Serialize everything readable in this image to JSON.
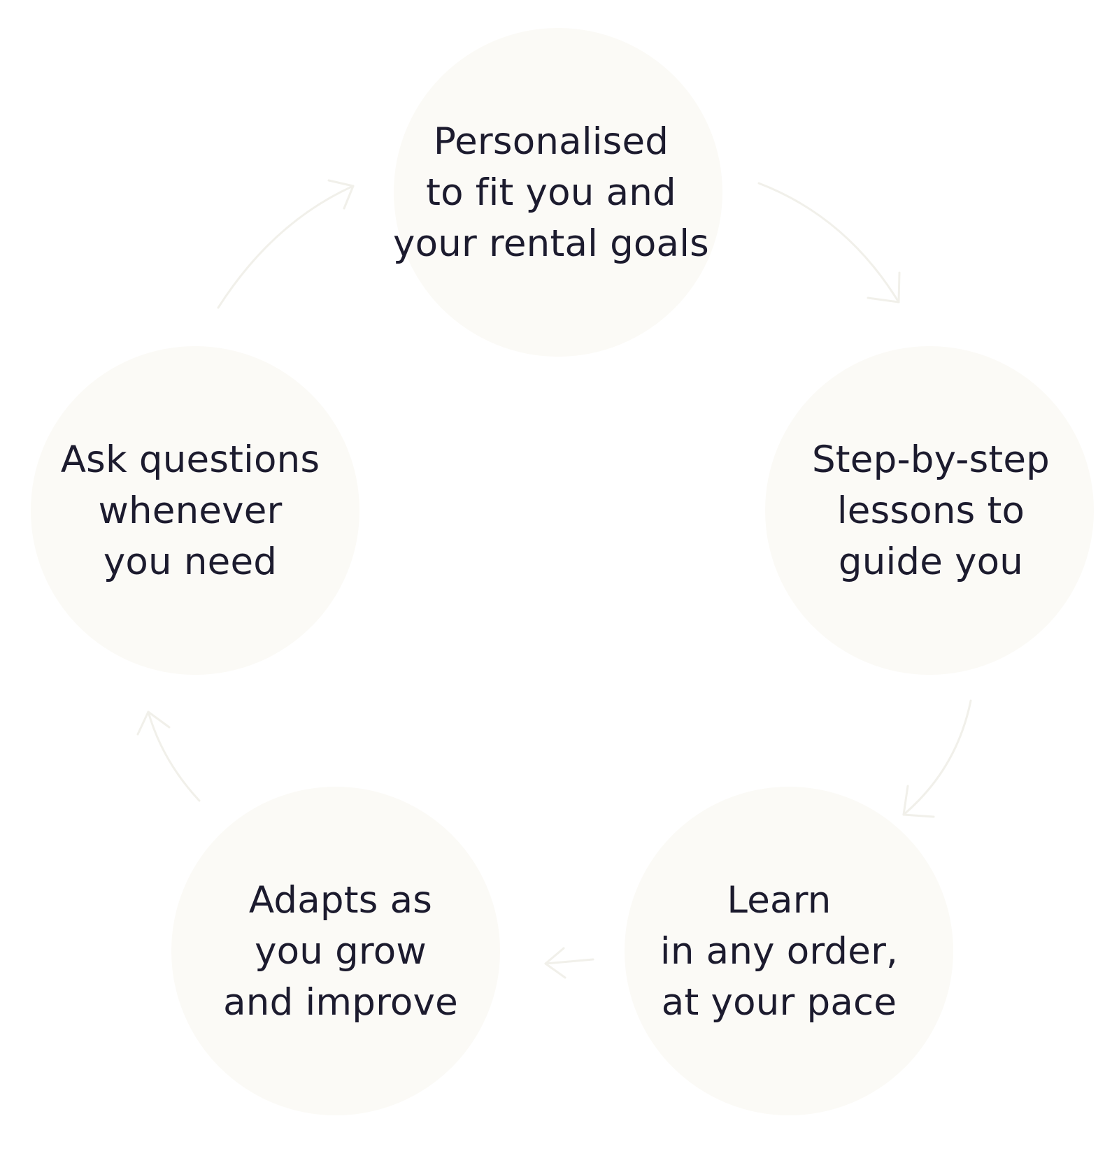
{
  "diagram": {
    "type": "cycle",
    "nodes": [
      {
        "id": "personalised",
        "label": "Personalised\nto fit you and\nyour rental goals"
      },
      {
        "id": "step-by-step",
        "label": "Step-by-step\nlessons to\nguide you"
      },
      {
        "id": "learn-any-order",
        "label": "Learn\nin any order,\nat your pace"
      },
      {
        "id": "adapts",
        "label": "Adapts as\nyou grow\nand improve"
      },
      {
        "id": "ask-questions",
        "label": "Ask questions\nwhenever\nyou need"
      }
    ],
    "edges": [
      {
        "from": "personalised",
        "to": "step-by-step"
      },
      {
        "from": "step-by-step",
        "to": "learn-any-order"
      },
      {
        "from": "learn-any-order",
        "to": "adapts"
      },
      {
        "from": "adapts",
        "to": "ask-questions"
      },
      {
        "from": "ask-questions",
        "to": "personalised"
      }
    ],
    "colors": {
      "background": "#ffffff",
      "node_fill": "#fbfaf6",
      "text": "#1c1b2e",
      "arrow": "#f1f0ea"
    }
  }
}
